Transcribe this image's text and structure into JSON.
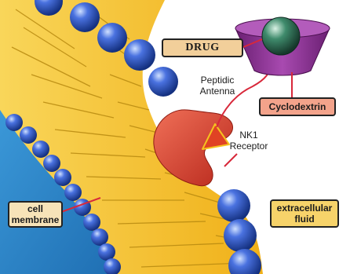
{
  "labels": {
    "drug": "DRUG",
    "cyclodextrin": "Cyclodextrin",
    "antenna": "Peptidic\nAntenna",
    "receptor": "NK1\nReceptor",
    "membrane": "cell\nmembrane",
    "fluid": "extracellular\nfluid"
  },
  "colors": {
    "cell_interior": "#2a86c8",
    "lipid_tail": "#f5c21f",
    "phospholipid_head": "#1f45b0",
    "receptor": "#d83a2a",
    "cyclodextrin": "#8a2e8e",
    "drug_sphere": "#2e6a52",
    "drug_label_bg": "#f2cf9a",
    "cyclodextrin_label_bg": "#f3a38b",
    "membrane_label_bg": "#f7e3b8",
    "fluid_label_bg": "#f7d36a",
    "connector": "#d8283a"
  }
}
